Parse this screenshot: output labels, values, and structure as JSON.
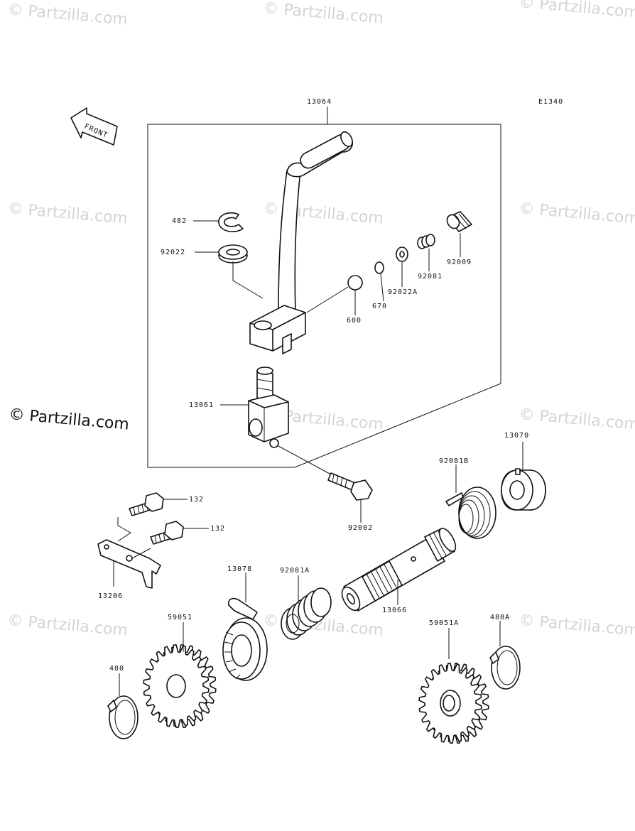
{
  "diagram_code": "E1340",
  "front_label": "FRONT",
  "watermark_text": "© Partzilla.com",
  "parts": {
    "p13064": "13064",
    "p482": "482",
    "p92022": "92022",
    "p92009": "92009",
    "p92081": "92081",
    "p92022A": "92022A",
    "p670": "670",
    "p600": "600",
    "p13061": "13061",
    "p13070": "13070",
    "p92081B": "92081B",
    "p92002": "92002",
    "p132a": "132",
    "p132b": "132",
    "p13206": "13206",
    "p13078": "13078",
    "p92081A": "92081A",
    "p13066": "13066",
    "p59051": "59051",
    "p59051A": "59051A",
    "p480A": "480A",
    "p480": "480"
  }
}
